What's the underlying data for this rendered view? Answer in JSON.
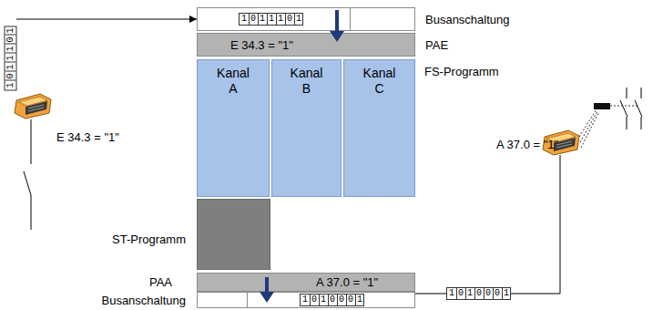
{
  "diagram": {
    "nodes": [
      {
        "text": [
          "Busanschaltung"
        ]
      },
      {
        "text": [
          "1011101"
        ],
        "in": 0
      },
      {
        "text": [
          "E 34.3 = \"1\"",
          "PAE"
        ]
      },
      {
        "text": [
          "Kanal A"
        ]
      },
      {
        "text": [
          "Kanal B"
        ]
      },
      {
        "text": [
          "Kanal C"
        ]
      },
      {
        "text": [
          "ST-Programm"
        ]
      },
      {
        "text": [
          "A 37.0 = \"1\"",
          "PAA"
        ]
      },
      {
        "text": [
          "Busanschaltung"
        ]
      },
      {
        "text": [
          "1010001"
        ],
        "in": 8
      },
      {
        "text": [
          "1011101"
        ]
      },
      {
        "text": [
          "1010001"
        ]
      }
    ],
    "edges": [
      {
        "from": 10,
        "to": 0,
        "arrow": "to"
      },
      {
        "from": 8,
        "to": 11,
        "arrow": "none"
      }
    ],
    "labels": [
      "FS-Programm",
      "E 34.3 = \"1\"",
      "A 37.0 = \"1\""
    ]
  }
}
